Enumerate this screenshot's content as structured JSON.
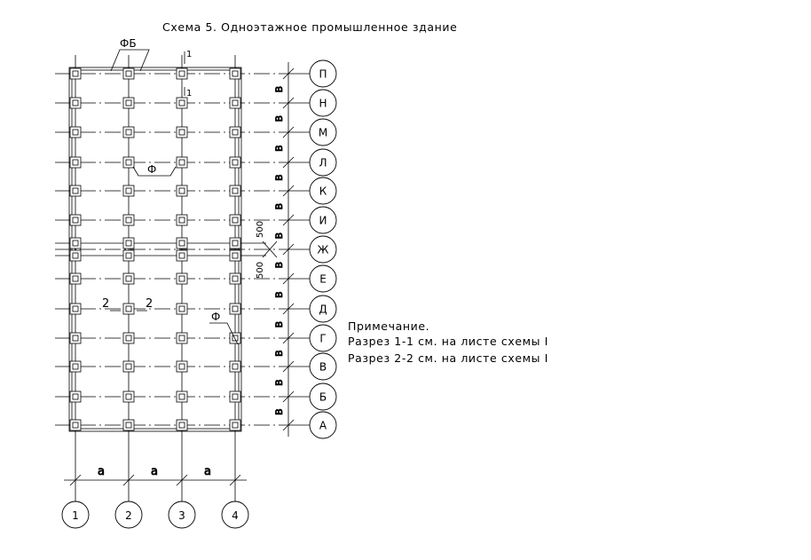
{
  "title": "Схема 5. Одноэтажное промышленное здание",
  "columns": [
    "1",
    "2",
    "3",
    "4"
  ],
  "rows": [
    "П",
    "Н",
    "М",
    "Л",
    "К",
    "И",
    "Ж",
    "Е",
    "Д",
    "Г",
    "В",
    "Б",
    "А"
  ],
  "dim_column_spacing": "а",
  "dim_row_spacing": "в",
  "dim_joint": "500",
  "labels": {
    "fb": "ФБ",
    "f": "Ф",
    "section_1": "1",
    "section_2": "2"
  },
  "note": {
    "heading": "Примечание.",
    "line1": "Разрез 1-1 см. на листе схемы I",
    "line2": "Разрез 2-2 см. на листе схемы I"
  }
}
